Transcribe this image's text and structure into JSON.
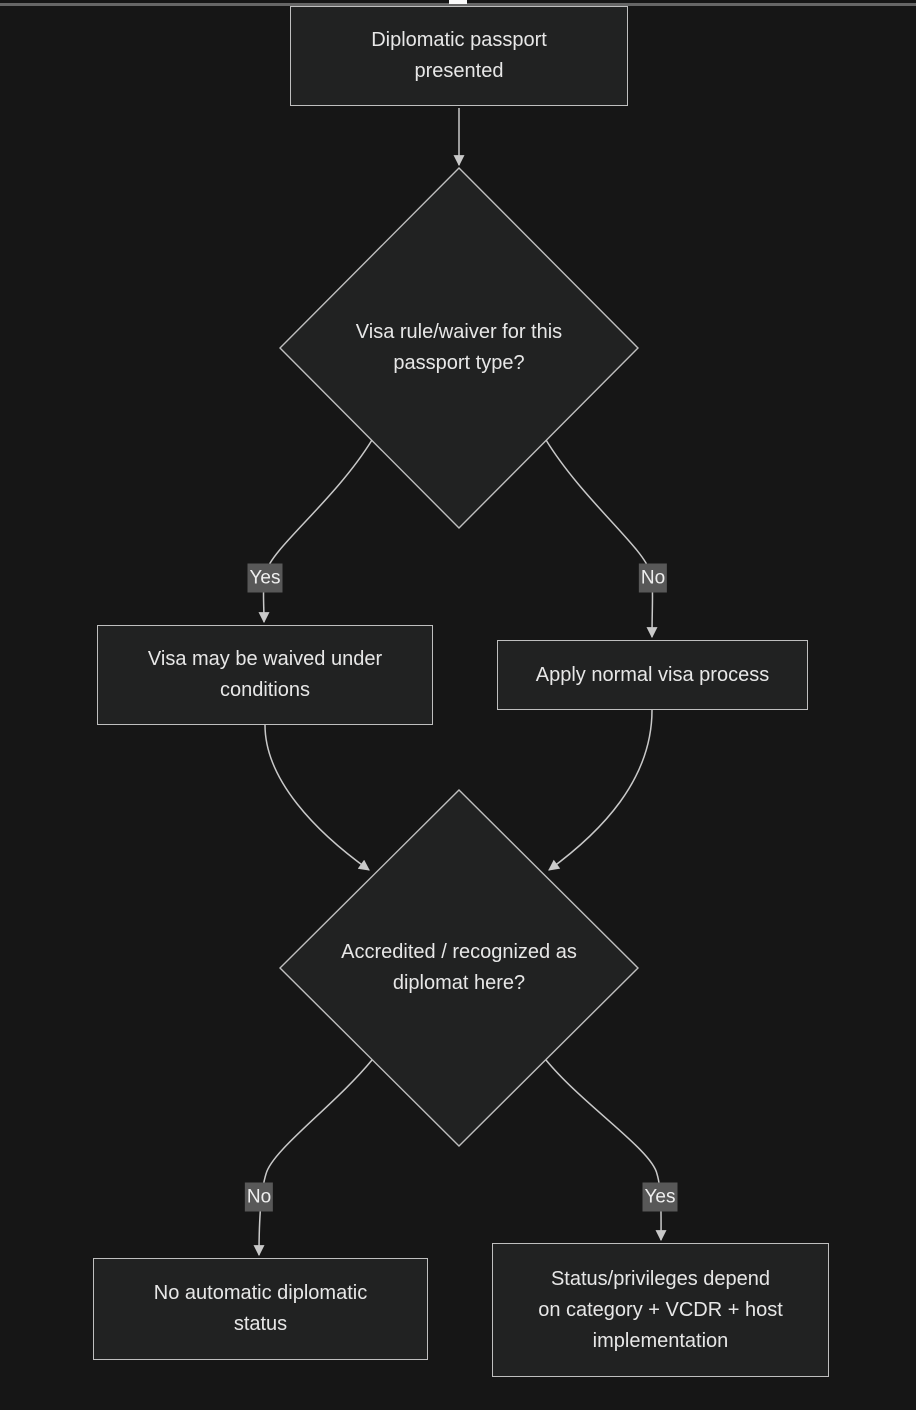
{
  "diagram": {
    "type": "flowchart",
    "direction": "top-down",
    "theme": "dark",
    "colors": {
      "background": "#161616",
      "node_fill": "#212222",
      "node_border": "#bfbfbf",
      "node_text": "#e7e7e7",
      "edge_stroke": "#c9c9c9",
      "edge_label_background": "#585858",
      "edge_label_text": "#efefef",
      "top_divider": "#666666",
      "scroll_thumb": "#fafafa"
    }
  },
  "nodes": {
    "start": {
      "shape": "rectangle",
      "label": "Diplomatic passport\npresented"
    },
    "visa_rule": {
      "shape": "diamond",
      "label": "Visa rule/waiver for this\npassport type?"
    },
    "waived": {
      "shape": "rectangle",
      "label": "Visa may be waived under\nconditions"
    },
    "normal_visa": {
      "shape": "rectangle",
      "label": "Apply normal visa process"
    },
    "accredited": {
      "shape": "diamond",
      "label": "Accredited / recognized as\ndiplomat here?"
    },
    "no_status": {
      "shape": "rectangle",
      "label": "No automatic diplomatic\nstatus"
    },
    "privileges": {
      "shape": "rectangle",
      "label": "Status/privileges depend\non category + VCDR + host\nimplementation"
    }
  },
  "edges": [
    {
      "from": "start",
      "to": "visa_rule",
      "label": ""
    },
    {
      "from": "visa_rule",
      "to": "waived",
      "label": "Yes"
    },
    {
      "from": "visa_rule",
      "to": "normal_visa",
      "label": "No"
    },
    {
      "from": "waived",
      "to": "accredited",
      "label": ""
    },
    {
      "from": "normal_visa",
      "to": "accredited",
      "label": ""
    },
    {
      "from": "accredited",
      "to": "no_status",
      "label": "No"
    },
    {
      "from": "accredited",
      "to": "privileges",
      "label": "Yes"
    }
  ]
}
